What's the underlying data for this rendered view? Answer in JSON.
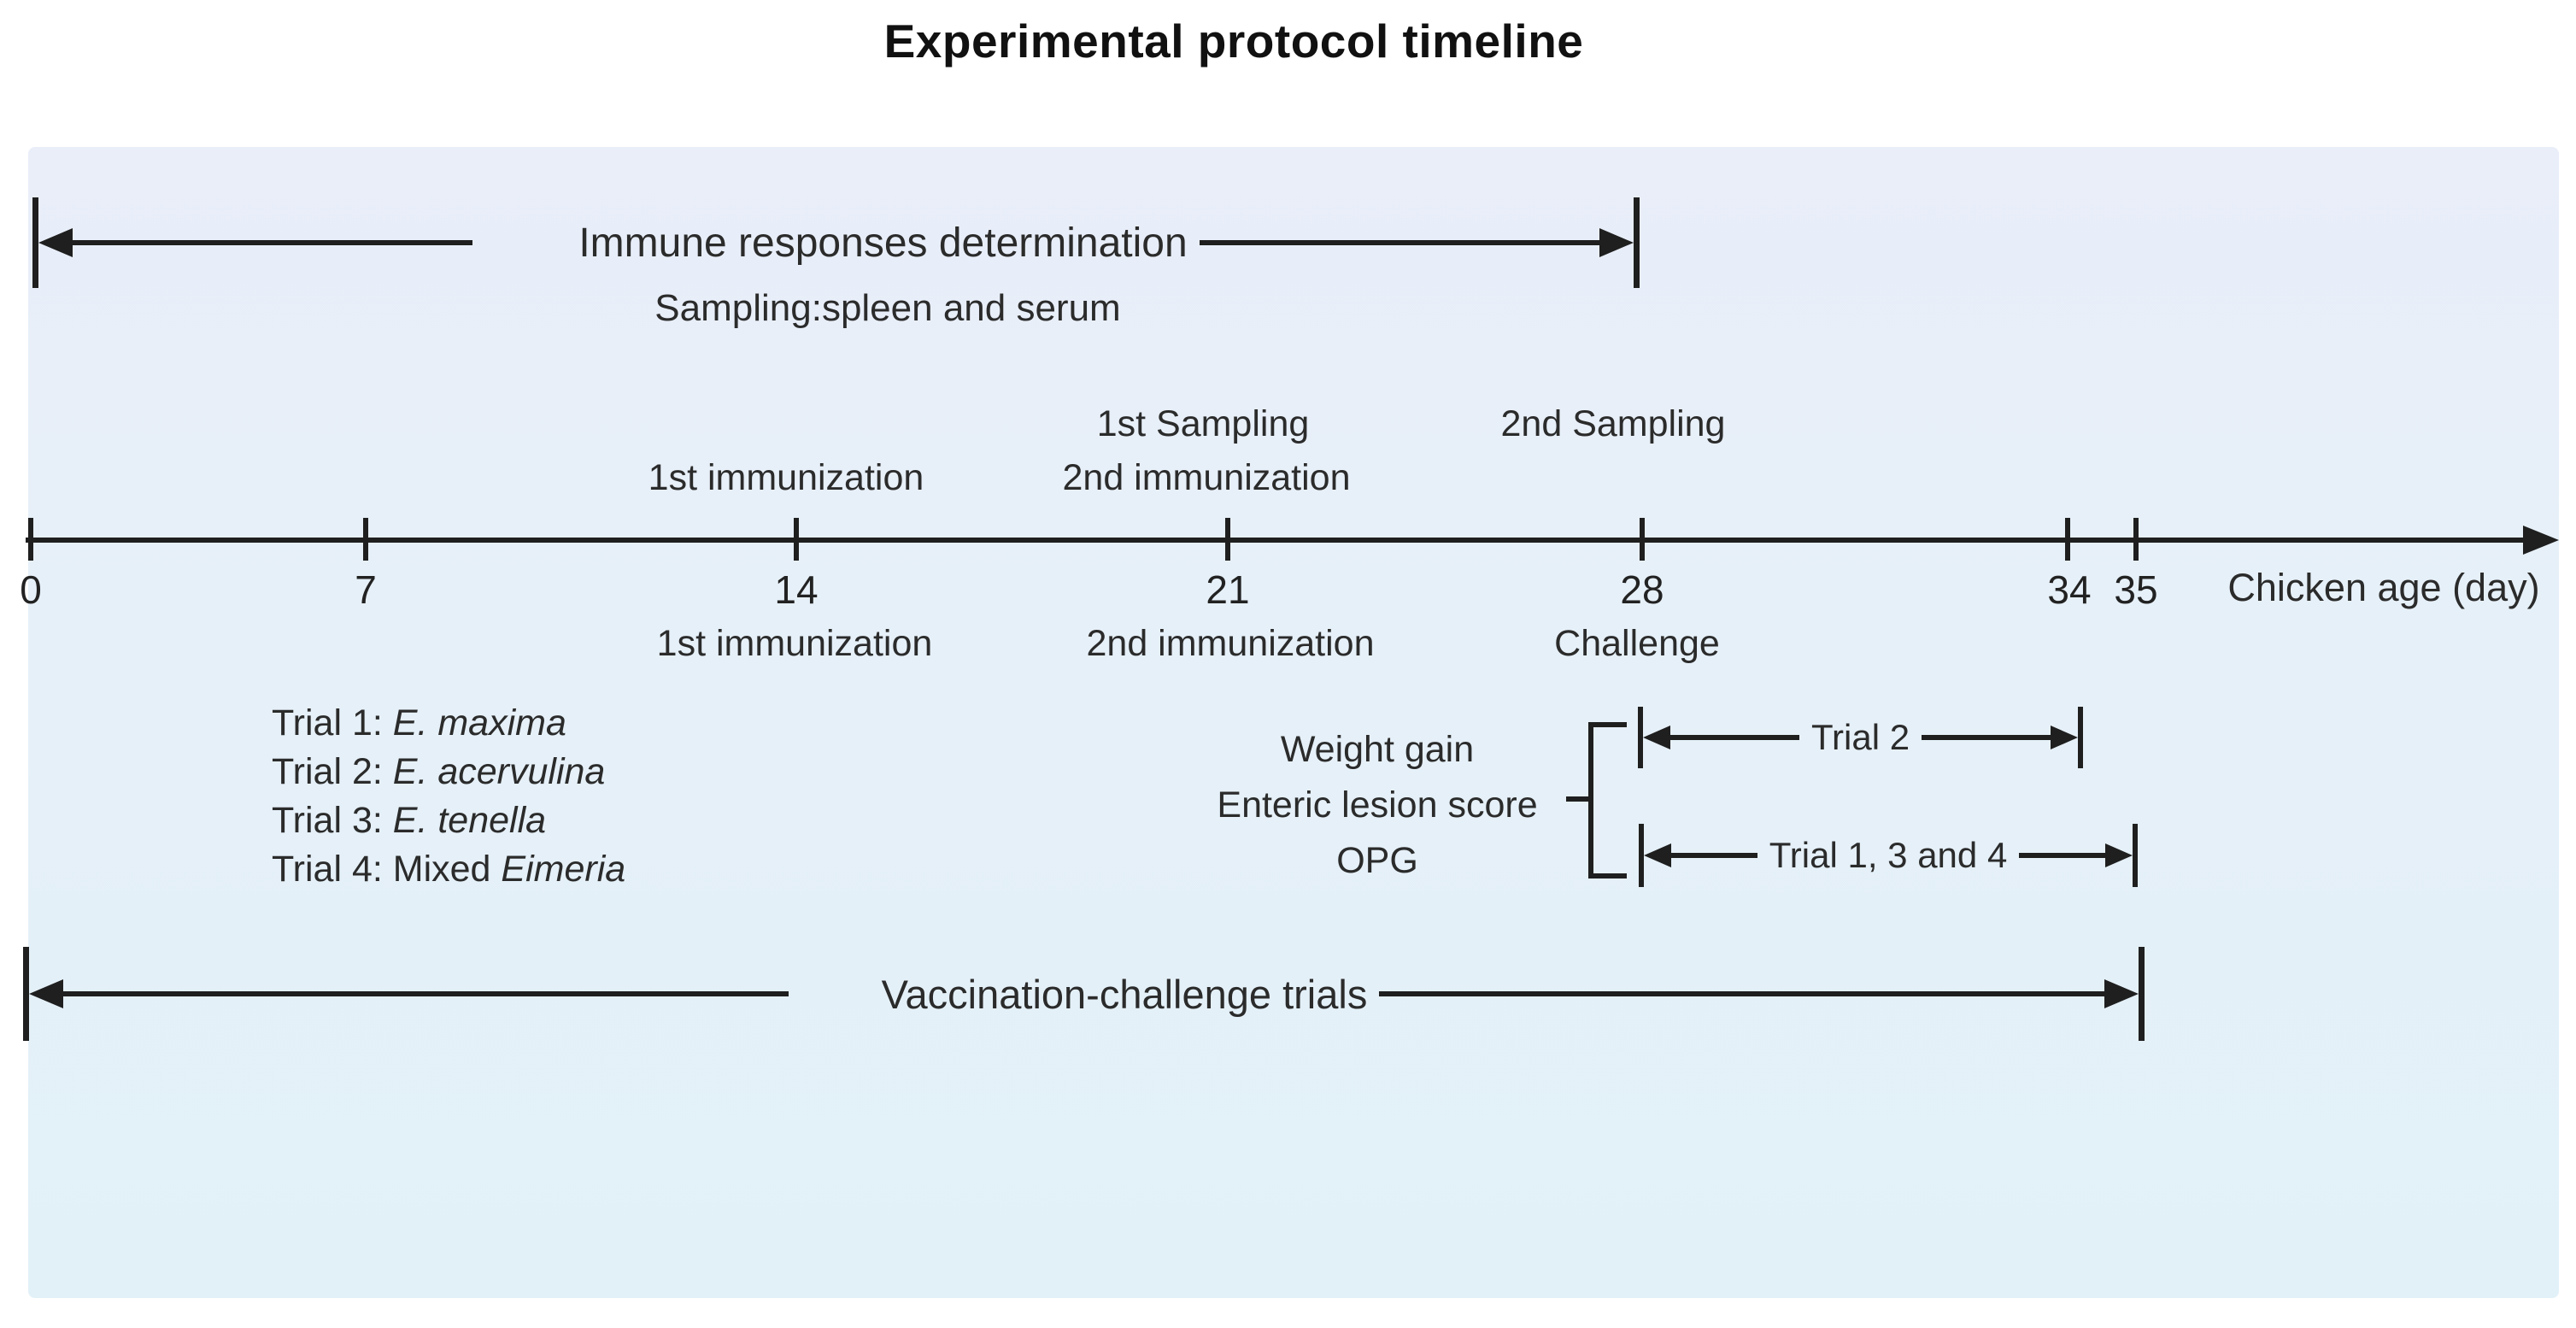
{
  "title": "Experimental protocol timeline",
  "immune_span": {
    "label": "Immune responses determination",
    "sublabel": "Sampling:spleen and serum"
  },
  "axis": {
    "label": "Chicken age (day)",
    "ticks": [
      "0",
      "7",
      "14",
      "21",
      "28",
      "34",
      "35"
    ]
  },
  "above_axis": {
    "sampling_1": "1st Sampling",
    "sampling_2": "2nd Sampling",
    "immunization_1": "1st immunization",
    "immunization_2": "2nd immunization"
  },
  "below_axis": {
    "immunization_1": "1st immunization",
    "immunization_2": "2nd immunization",
    "challenge": "Challenge"
  },
  "trials_list": [
    {
      "prefix": "Trial 1: ",
      "species": "E. maxima"
    },
    {
      "prefix": "Trial 2: ",
      "species": "E. acervulina"
    },
    {
      "prefix": "Trial 3: ",
      "species": "E. tenella"
    },
    {
      "prefix": "Trial 4: Mixed ",
      "species": "Eimeria"
    }
  ],
  "metrics": {
    "line1": "Weight gain",
    "line2": "Enteric lesion score",
    "line3": "OPG"
  },
  "challenge_spans": {
    "trial2": "Trial 2",
    "trial134": "Trial 1, 3 and 4"
  },
  "vaccination_span": {
    "label": "Vaccination-challenge trials"
  },
  "colors": {
    "panel_top": "#e9eef9",
    "panel_bottom": "#e2f1f8",
    "line": "#1f1f1f",
    "text": "#2b2b2b"
  }
}
